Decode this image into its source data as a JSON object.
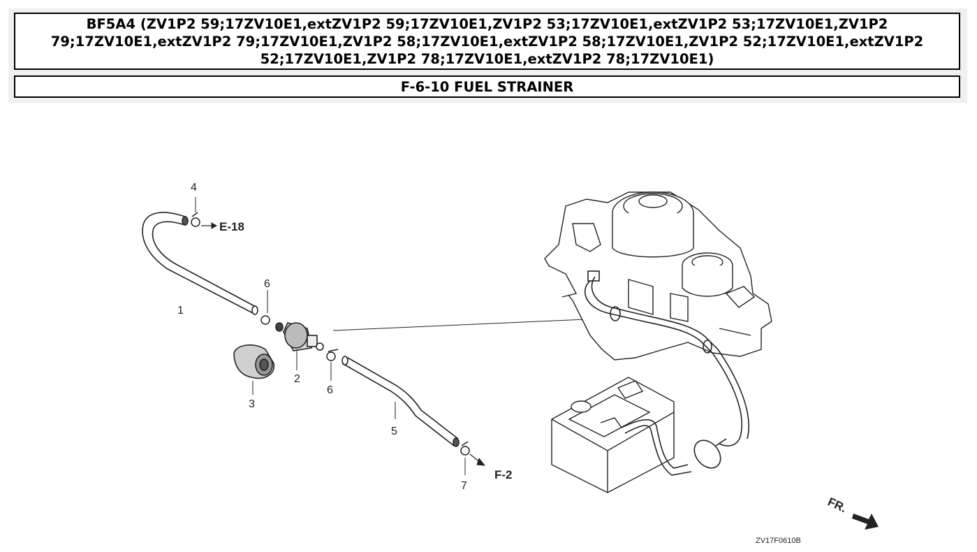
{
  "header": {
    "model_title": "BF5A4 (ZV1P2 59;17ZV10E1,extZV1P2 59;17ZV10E1,ZV1P2 53;17ZV10E1,extZV1P2 53;17ZV10E1,ZV1P2 79;17ZV10E1,extZV1P2 79;17ZV10E1,ZV1P2 58;17ZV10E1,extZV1P2 58;17ZV10E1,ZV1P2 52;17ZV10E1,extZV1P2 52;17ZV10E1,ZV1P2 78;17ZV10E1,extZV1P2 78;17ZV10E1)",
    "section_title": "F-6-10 FUEL STRAINER"
  },
  "diagram": {
    "callouts": {
      "p1": "1",
      "p2": "2",
      "p3": "3",
      "p4": "4",
      "p5": "5",
      "p6a": "6",
      "p6b": "6",
      "p7": "7"
    },
    "refs": {
      "e18": "E-18",
      "f2": "F-2"
    },
    "front_marker": "FR.",
    "drawing_code": "ZV17F0610B"
  }
}
